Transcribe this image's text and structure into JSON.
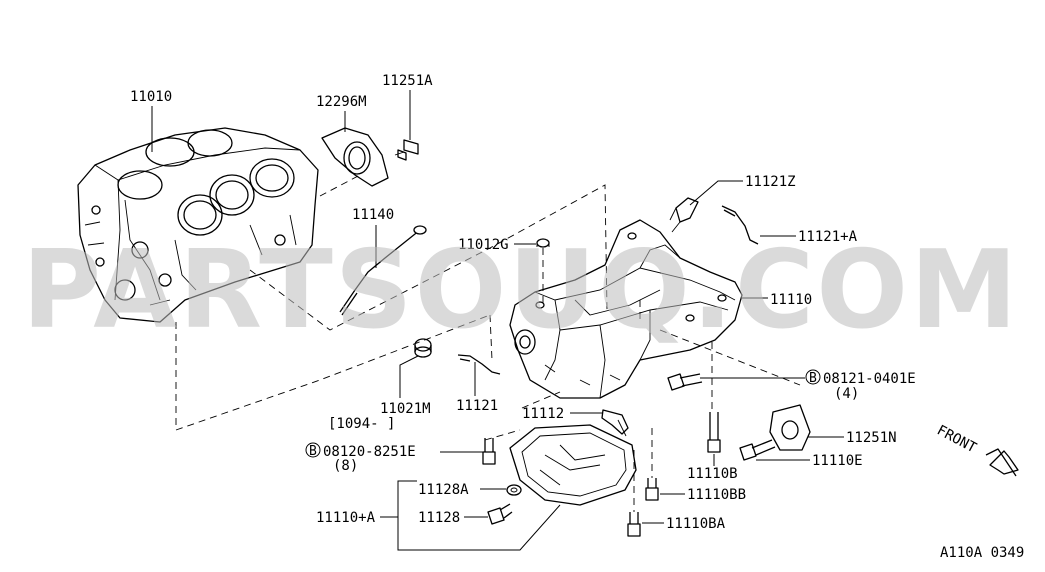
{
  "diagram": {
    "watermark": "PARTSOUQ.COM",
    "figure_code": "A110A 0349",
    "front_label": "FRONT",
    "callouts": {
      "block": "11010",
      "gasket_rear": "12296M",
      "bolt_rear": "11251A",
      "dipstick": "11140",
      "plug_top": "11012G",
      "pan_upper": "11110",
      "seal_upper": "11121Z",
      "seal_right": "11121+A",
      "bolt_b1": "08121-0401E",
      "bolt_b1_qty": "(4)",
      "b_marker": "B",
      "bolt_b2": "08120-8251E",
      "bolt_b2_qty": "(8)",
      "cap": "11021M",
      "cap_date": "[1094-      ]",
      "seal_lower": "11121",
      "drain_strainer": "11112",
      "bracket": "11251N",
      "bolt_e": "11110E",
      "bolt_b": "11110B",
      "bolt_bb": "11110BB",
      "bolt_ba": "11110BA",
      "washer": "11128A",
      "drain_plug": "11128",
      "pan_assy": "11110+A"
    }
  }
}
